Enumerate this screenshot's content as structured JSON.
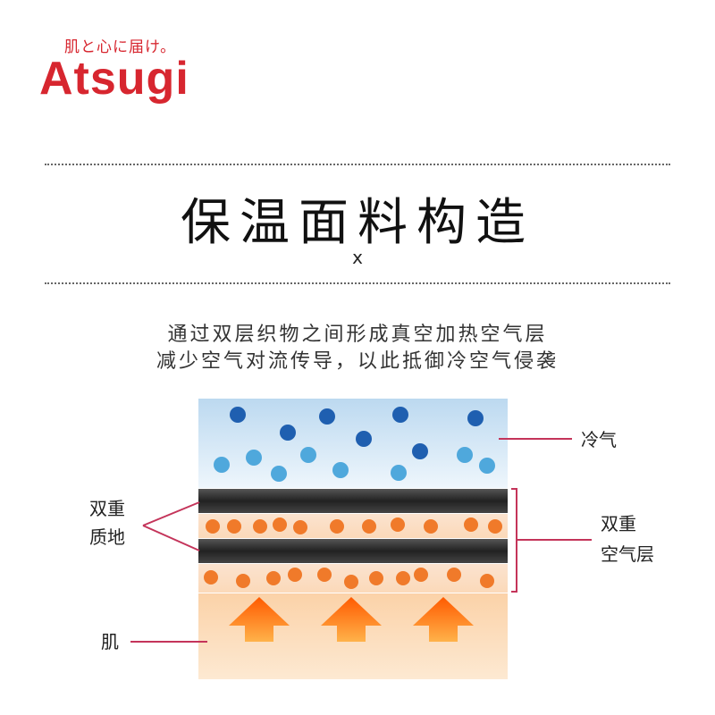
{
  "logo": {
    "tagline": "肌と心に届け。",
    "brand": "Atsugi"
  },
  "heading": {
    "title": "保温面料构造",
    "subtitle": "x"
  },
  "description": {
    "line1": "通过双层织物之间形成真空加热空气层",
    "line2": "减少空气对流传导，以此抵御冷空气侵袭"
  },
  "diagram_labels": {
    "cold_air": "冷气",
    "double_material_line1": "双重",
    "double_material_line2": "质地",
    "double_air_layer_line1": "双重",
    "double_air_layer_line2": "空气层",
    "skin": "肌"
  },
  "colors": {
    "brand_red": "#d7262f",
    "pointer_line": "#c4345a",
    "cold_dot_dark": "#1f5fb0",
    "cold_dot_light": "#4fa8dc",
    "warm_dot": "#f07a2a",
    "fabric_band": "#2b2b2b",
    "arrow": "#ff7a12"
  }
}
